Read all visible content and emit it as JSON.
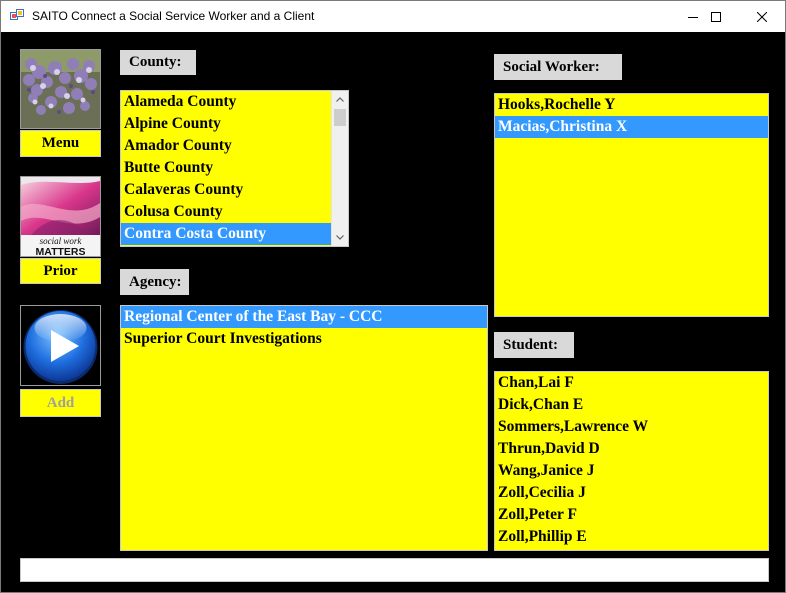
{
  "window": {
    "title": "SAITO Connect a Social Service Worker and a Client",
    "minimize_icon": "minimize-icon",
    "maximize_icon": "maximize-icon",
    "close_icon": "close-icon"
  },
  "sidebar": {
    "menu_label": "Menu",
    "prior_label": "Prior",
    "add_label": "Add",
    "prior_image_text": [
      "social work",
      "MATTERS"
    ]
  },
  "county": {
    "label": "County:",
    "items": [
      {
        "text": "Alameda County",
        "selected": false
      },
      {
        "text": "Alpine County",
        "selected": false
      },
      {
        "text": "Amador County",
        "selected": false
      },
      {
        "text": "Butte County",
        "selected": false
      },
      {
        "text": "Calaveras County",
        "selected": false
      },
      {
        "text": "Colusa County",
        "selected": false
      },
      {
        "text": "Contra Costa County",
        "selected": true
      }
    ]
  },
  "agency": {
    "label": "Agency:",
    "items": [
      {
        "text": "Regional Center of the East Bay - CCC",
        "selected": true
      },
      {
        "text": "Superior Court Investigations",
        "selected": false
      }
    ]
  },
  "social_worker": {
    "label": "Social Worker:",
    "items": [
      {
        "text": "Hooks,Rochelle Y",
        "selected": false
      },
      {
        "text": "Macias,Christina X",
        "selected": true
      }
    ]
  },
  "student": {
    "label": "Student:",
    "items": [
      {
        "text": "Chan,Lai F",
        "selected": false
      },
      {
        "text": "Dick,Chan E",
        "selected": false
      },
      {
        "text": "Sommers,Lawrence W",
        "selected": false
      },
      {
        "text": "Thrun,David D",
        "selected": false
      },
      {
        "text": "Wang,Janice J",
        "selected": false
      },
      {
        "text": "Zoll,Cecilia J",
        "selected": false
      },
      {
        "text": "Zoll,Peter F",
        "selected": false
      },
      {
        "text": "Zoll,Phillip E",
        "selected": false
      }
    ]
  },
  "colors": {
    "list_background": "#ffff00",
    "selection": "#3399ff",
    "form_background": "#000000",
    "label_background": "#d9d9d9"
  },
  "status_bar": {
    "text": ""
  }
}
